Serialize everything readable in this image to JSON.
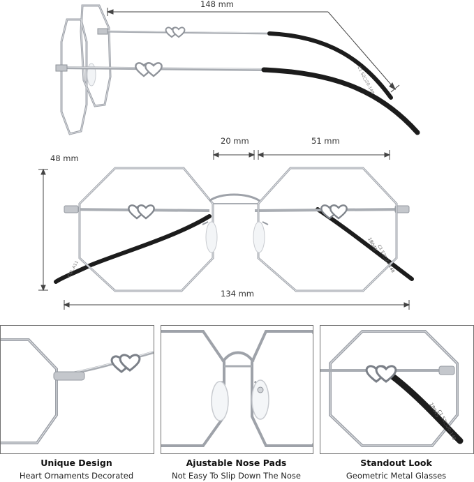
{
  "dimensions": {
    "temple_length": "148 mm",
    "bridge_width": "20 mm",
    "lens_width": "51 mm",
    "lens_height": "48 mm",
    "frame_width": "134 mm"
  },
  "temple_markings": {
    "model": "18045",
    "size": "C1 52□20-148",
    "side": "COL.A11"
  },
  "features": [
    {
      "title": "Unique Design",
      "subtitle": "Heart Ornaments Decorated"
    },
    {
      "title": "Ajustable Nose Pads",
      "subtitle": "Not Easy To Slip Down The Nose"
    },
    {
      "title": "Standout Look",
      "subtitle": "Geometric Metal Glasses"
    }
  ],
  "colors": {
    "frame_silver": "#b9bcc2",
    "frame_dark_edge": "#8f939a",
    "temple_tip": "#1c1c1c",
    "dimension_line": "#444444",
    "panel_border": "#6e6e6e"
  }
}
